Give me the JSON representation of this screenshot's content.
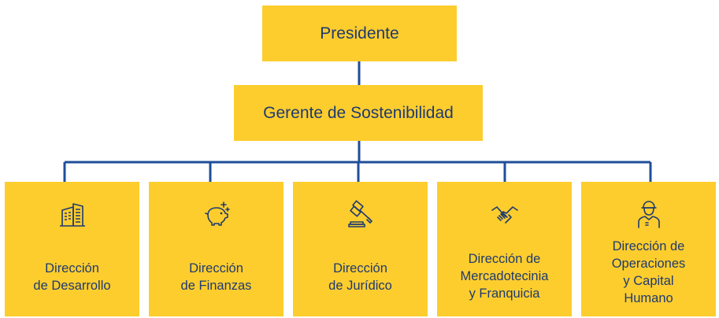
{
  "colors": {
    "box": "#FDCD2E",
    "line": "#1F4E9A",
    "text": "#1F3A6E"
  },
  "president": {
    "label": "Presidente"
  },
  "manager": {
    "label": "Gerente de Sostenibilidad"
  },
  "departments": [
    {
      "label": "Dirección\nde Desarrollo",
      "icon": "building-icon"
    },
    {
      "label": "Dirección\nde Finanzas",
      "icon": "piggy-bank-icon"
    },
    {
      "label": "Dirección\nde Jurídico",
      "icon": "gavel-icon"
    },
    {
      "label": "Dirección de\nMercadotecinia\ny Franquicia",
      "icon": "handshake-icon"
    },
    {
      "label": "Dirección de\nOperaciones\ny Capital\nHumano",
      "icon": "worker-icon"
    }
  ]
}
